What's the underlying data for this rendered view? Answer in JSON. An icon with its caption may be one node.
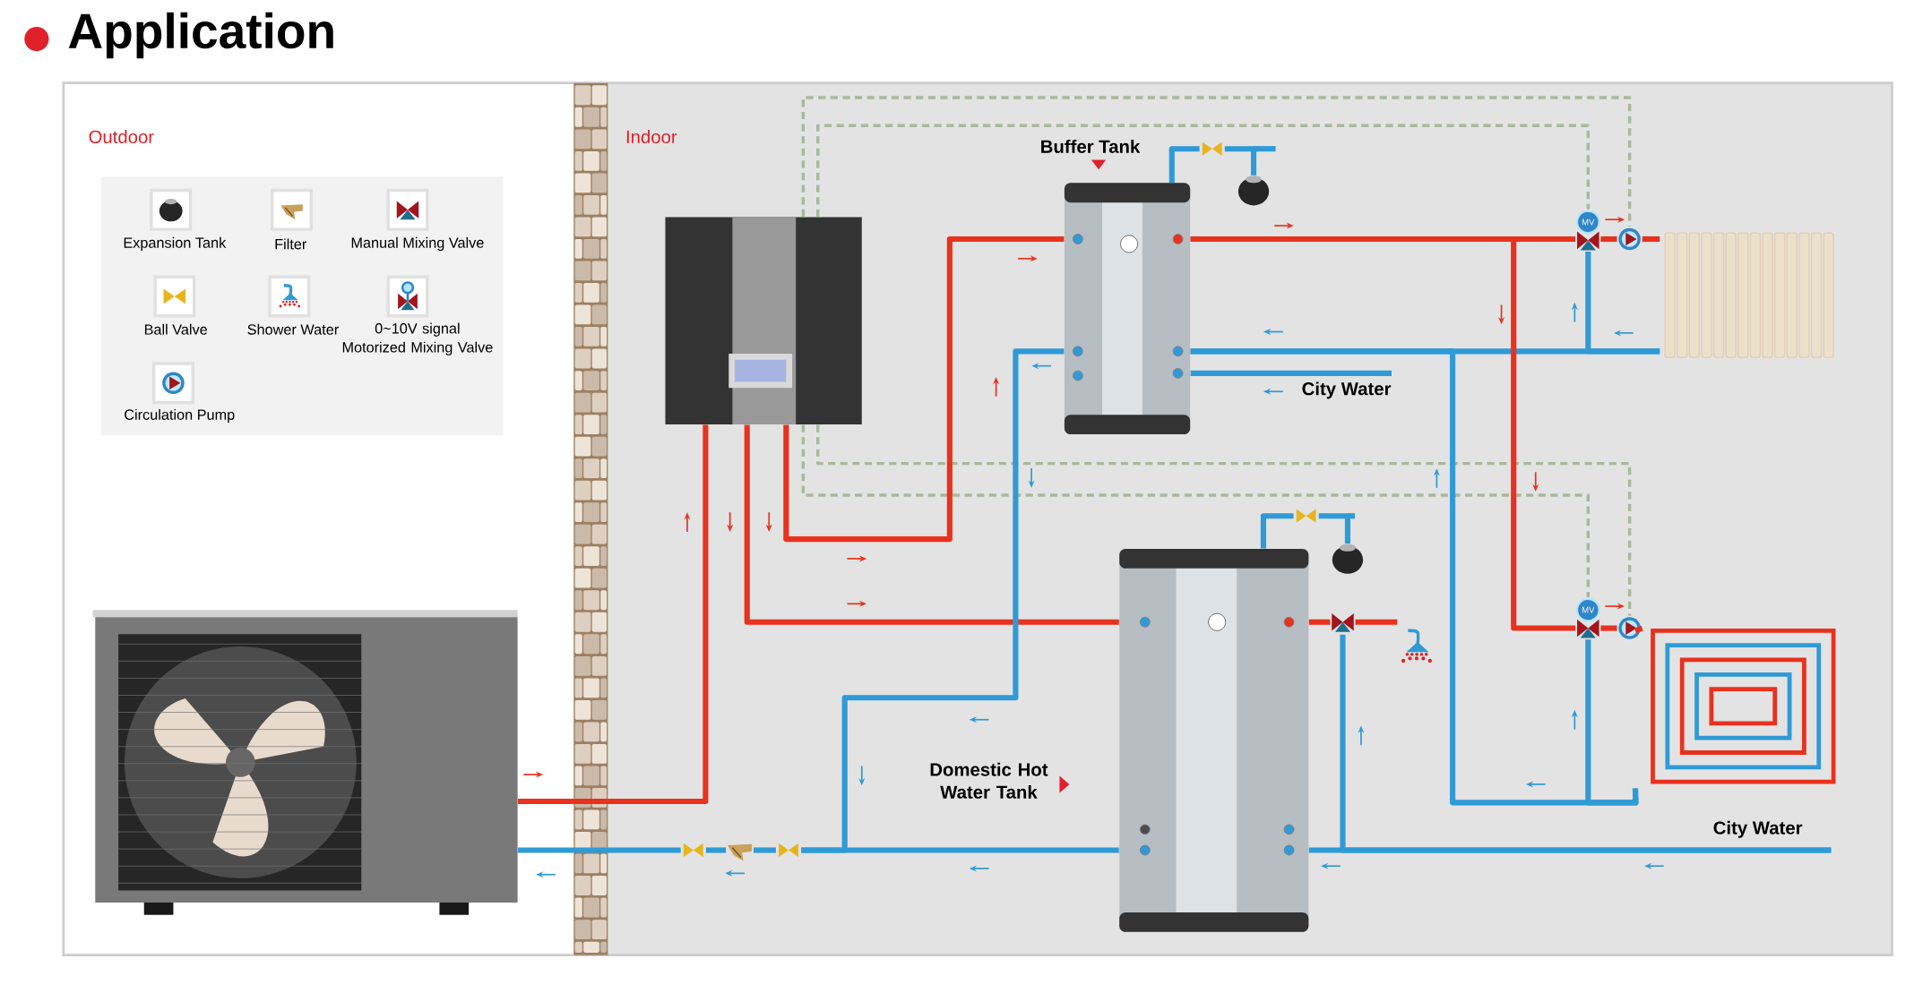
{
  "diagram": {
    "title": "Application",
    "nodes": [
      {
        "text": [],
        "shape": "picture"
      },
      {
        "text": [],
        "shape": "picture"
      },
      {
        "text": [
          "Buffer Tank"
        ]
      },
      {
        "text": [],
        "shape": "valve"
      },
      {
        "text": [],
        "shape": "tank"
      },
      {
        "text": [
          "MV"
        ]
      },
      {
        "text": [],
        "shape": "pump"
      },
      {
        "text": [],
        "shape": "picture"
      },
      {
        "text": [
          "Domestic Hot Water Tank"
        ]
      },
      {
        "text": [],
        "shape": "valve"
      },
      {
        "text": [],
        "shape": "tank"
      },
      {
        "text": [],
        "shape": "valve"
      },
      {
        "text": [],
        "shape": "picture"
      },
      {
        "text": [
          "MV"
        ]
      },
      {
        "text": [],
        "shape": "pump"
      },
      {
        "text": [],
        "shape": "picture"
      },
      {
        "text": [],
        "shape": "valve"
      },
      {
        "text": [],
        "shape": "filter"
      },
      {
        "text": [],
        "shape": "valve"
      }
    ],
    "edges": [
      {
        "from": 0,
        "to": 1,
        "arrow": "none",
        "color": "#e8321e"
      },
      {
        "from": 1,
        "to": 2,
        "arrow": "none",
        "color": "#e8321e"
      },
      {
        "from": 1,
        "to": 8,
        "arrow": "none",
        "color": "#e8321e"
      },
      {
        "from": 2,
        "to": 18,
        "arrow": "none",
        "color": "#2f9ad6"
      },
      {
        "from": 8,
        "to": 18,
        "arrow": "none",
        "color": "#2f9ad6"
      },
      {
        "from": 18,
        "to": 17,
        "arrow": "none",
        "color": "#2f9ad6"
      },
      {
        "from": 17,
        "to": 16,
        "arrow": "none",
        "color": "#2f9ad6"
      },
      {
        "from": 16,
        "to": 0,
        "arrow": "none",
        "color": "#2f9ad6"
      },
      {
        "from": 2,
        "to": 3,
        "arrow": "none",
        "color": "#2f9ad6"
      },
      {
        "from": 3,
        "to": 4,
        "arrow": "none",
        "color": "#2f9ad6"
      },
      {
        "from": 8,
        "to": 9,
        "arrow": "none",
        "color": "#2f9ad6"
      },
      {
        "from": 9,
        "to": 10,
        "arrow": "none",
        "color": "#2f9ad6"
      },
      {
        "from": 2,
        "to": 5,
        "arrow": "none",
        "color": "#e8321e"
      },
      {
        "from": 5,
        "to": 6,
        "arrow": "none",
        "color": "#e8321e"
      },
      {
        "from": 6,
        "to": 7,
        "arrow": "none",
        "color": "#e8321e"
      },
      {
        "from": 7,
        "to": 2,
        "arrow": "none",
        "color": "#2f9ad6"
      },
      {
        "from": 7,
        "to": 5,
        "arrow": "none",
        "color": "#2f9ad6"
      },
      {
        "from": 2,
        "to": 13,
        "arrow": "none",
        "color": "#e8321e"
      },
      {
        "from": 13,
        "to": 14,
        "arrow": "none",
        "color": "#e8321e"
      },
      {
        "from": 14,
        "to": 15,
        "arrow": "none",
        "color": "#e8321e"
      },
      {
        "from": 15,
        "to": 2,
        "arrow": "none",
        "color": "#2f9ad6"
      },
      {
        "from": 15,
        "to": 13,
        "arrow": "none",
        "color": "#2f9ad6"
      },
      {
        "from": 8,
        "to": 11,
        "arrow": "none",
        "color": "#e8321e"
      },
      {
        "from": 11,
        "to": 12,
        "arrow": "none",
        "color": "#e8321e"
      },
      {
        "from": null,
        "to": 8,
        "arrow": "none",
        "color": "#2f9ad6",
        "label": "City Water"
      },
      {
        "from": null,
        "to": 11,
        "arrow": "none",
        "color": "#2f9ad6"
      },
      {
        "from": null,
        "to": 2,
        "arrow": "none",
        "color": "#2f9ad6",
        "label": "City Water"
      },
      {
        "from": 1,
        "to": 5,
        "arrow": "none",
        "style": "dashed",
        "color": "#a9b89a"
      },
      {
        "from": 1,
        "to": 6,
        "arrow": "none",
        "style": "dashed",
        "color": "#a9b89a"
      },
      {
        "from": 1,
        "to": 13,
        "arrow": "none",
        "style": "dashed",
        "color": "#a9b89a"
      },
      {
        "from": 1,
        "to": 14,
        "arrow": "none",
        "style": "dashed",
        "color": "#a9b89a"
      }
    ],
    "labels": [
      "Outdoor",
      "Indoor"
    ],
    "legend": [
      {
        "text": "Expansion Tank"
      },
      {
        "text": "Filter"
      },
      {
        "text": "Manual Mixing Valve"
      },
      {
        "text": "Ball Valve"
      },
      {
        "text": "Shower Water"
      },
      {
        "text": "0~10V signal Motorized Mixing Valve"
      },
      {
        "text": "Circulation Pump"
      }
    ]
  }
}
